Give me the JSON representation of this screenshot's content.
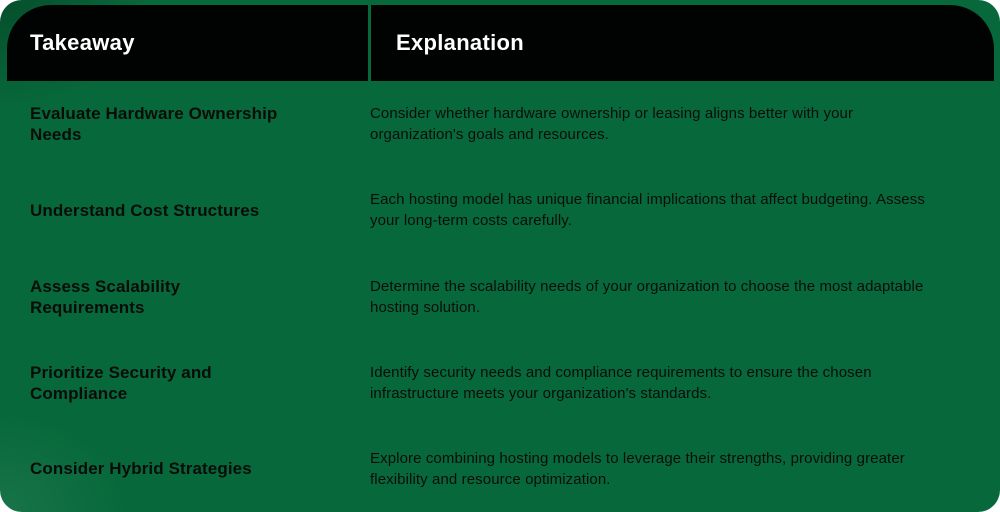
{
  "colors": {
    "background_green": "#07693b",
    "header_black": "#010302",
    "header_text": "#ffffff",
    "body_text": "#0a0c0a"
  },
  "table": {
    "header": {
      "takeaway_label": "Takeaway",
      "explanation_label": "Explanation"
    },
    "rows": [
      {
        "takeaway": "Evaluate Hardware Ownership Needs",
        "explanation": "Consider whether hardware ownership or leasing aligns better with your organization's goals and resources."
      },
      {
        "takeaway": "Understand Cost Structures",
        "explanation": "Each hosting model has unique financial implications that affect budgeting. Assess your long-term costs carefully."
      },
      {
        "takeaway": "Assess Scalability Requirements",
        "explanation": "Determine the scalability needs of your organization to choose the most adaptable hosting solution."
      },
      {
        "takeaway": "Prioritize Security and Compliance",
        "explanation": "Identify security needs and compliance requirements to ensure the chosen infrastructure meets your organization's standards."
      },
      {
        "takeaway": "Consider Hybrid Strategies",
        "explanation": "Explore combining hosting models to leverage their strengths, providing greater flexibility and resource optimization."
      }
    ]
  }
}
